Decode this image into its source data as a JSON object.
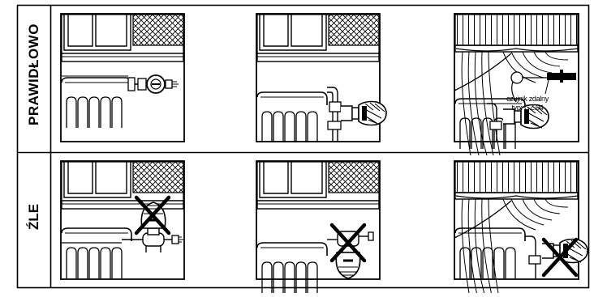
{
  "rows": {
    "good_label": "PRAWIDŁOWO",
    "bad_label": "ŹLE"
  },
  "annotation": {
    "line1": "czujnik zdalny",
    "line2": "typ: GZ.04"
  }
}
